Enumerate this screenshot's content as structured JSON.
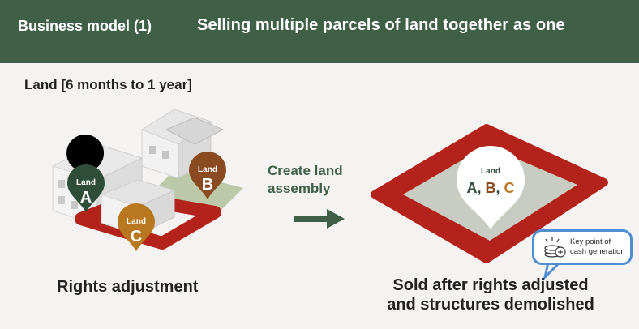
{
  "header": {
    "subtitle": "Business model (1)",
    "title": "Selling multiple parcels of land together as one"
  },
  "section_label": "Land [6 months to 1 year]",
  "pins_left": [
    {
      "label": "Land",
      "letter": "A",
      "color": "#2f4e3a"
    },
    {
      "label": "Land",
      "letter": "B",
      "color": "#8a4a22"
    },
    {
      "label": "Land",
      "letter": "C",
      "color": "#b9781f"
    }
  ],
  "arrow_text": "Create land assembly",
  "pin_right": {
    "label": "Land",
    "letters": [
      {
        "text": "A",
        "color": "#2f4e3a"
      },
      {
        "text": ", ",
        "color": "#2f4e3a"
      },
      {
        "text": "B",
        "color": "#8a4a22"
      },
      {
        "text": ", ",
        "color": "#2f4e3a"
      },
      {
        "text": "C",
        "color": "#b9781f"
      }
    ]
  },
  "callout": {
    "line1": "Key point of",
    "line2": "cash generation",
    "icon": "coins-icon"
  },
  "caption_left": "Rights adjustment",
  "caption_right_line1": "Sold after rights adjusted",
  "caption_right_line2": "and structures demolished",
  "colors": {
    "header_bg": "#3f5f47",
    "frame_red": "#b3231b",
    "plot_gray": "#c9ccc2",
    "arrow_green": "#3f5f47",
    "callout_border": "#4f8fd1"
  }
}
